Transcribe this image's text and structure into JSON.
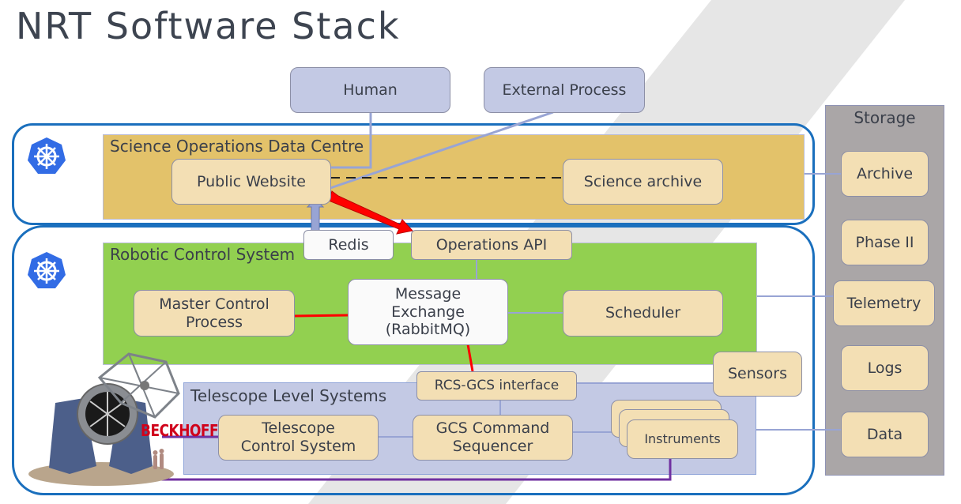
{
  "page": {
    "title": "NRT Software Stack"
  },
  "external": {
    "human": "Human",
    "external_process": "External Process"
  },
  "sodc": {
    "label": "Science Operations Data Centre",
    "public_website": "Public Website",
    "science_archive": "Science archive"
  },
  "bridge": {
    "redis": "Redis",
    "operations_api": "Operations API"
  },
  "rcs": {
    "label": "Robotic Control System",
    "master_control": "Master Control Process",
    "message_exchange": "Message Exchange (RabbitMQ)",
    "scheduler": "Scheduler"
  },
  "tls": {
    "label": "Telescope Level Systems",
    "rcs_gcs_interface": "RCS-GCS interface",
    "telescope_control": "Telescope Control System",
    "gcs_sequencer": "GCS Command Sequencer",
    "instruments": "Instruments",
    "sensors": "Sensors",
    "vendor_logo": "BECKHOFF"
  },
  "storage": {
    "label": "Storage",
    "items": [
      "Archive",
      "Phase II",
      "Telemetry",
      "Logs",
      "Data"
    ]
  },
  "icons": {
    "kubernetes": "kubernetes-icon",
    "telescope": "telescope-illustration"
  },
  "colors": {
    "k8s_frame": "#1a6fbd",
    "sodc_band": "#e3c26a",
    "rcs_band": "#92d050",
    "tls_band": "#c3c9e4",
    "storage_band": "#aaa6a7",
    "node_fill": "#f3dfb4",
    "red_link": "#ff0000",
    "purple_link": "#7030a0",
    "blue_link": "#98a4d4"
  }
}
